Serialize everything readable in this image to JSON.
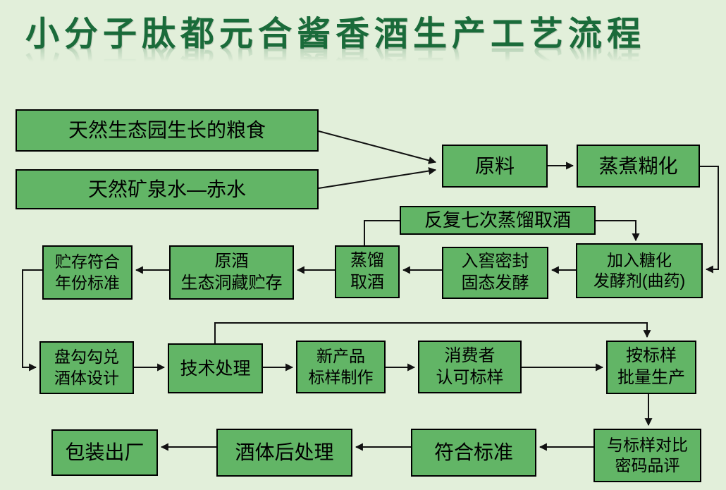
{
  "title": "小分子肽都元合酱香酒生产工艺流程",
  "colors": {
    "background": "#e2efda",
    "box_fill": "#62b566",
    "box_border": "#000000",
    "title_color": "#1a6b3a",
    "arrow": "#111111",
    "box_text": "#000000"
  },
  "nodes": {
    "grain": {
      "lines": [
        "天然生态园生长的粮食"
      ]
    },
    "water": {
      "lines": [
        "天然矿泉水—赤水"
      ]
    },
    "raw": {
      "lines": [
        "原料"
      ]
    },
    "steam": {
      "lines": [
        "蒸煮糊化"
      ]
    },
    "repeat7": {
      "lines": [
        "反复七次蒸馏取酒"
      ]
    },
    "storage_std": {
      "lines": [
        "贮存符合",
        "年份标准"
      ]
    },
    "cave": {
      "lines": [
        "原酒",
        "生态洞藏贮存"
      ]
    },
    "distill": {
      "lines": [
        "蒸馏",
        "取酒"
      ]
    },
    "cellar": {
      "lines": [
        "入窖密封",
        "固态发酵"
      ]
    },
    "ferment": {
      "lines": [
        "加入糖化",
        "发酵剂(曲药)"
      ]
    },
    "blend": {
      "lines": [
        "盘勾勾兑",
        "酒体设计"
      ]
    },
    "tech": {
      "lines": [
        "技术处理"
      ]
    },
    "new_product": {
      "lines": [
        "新产品",
        "标样制作"
      ]
    },
    "consumer": {
      "lines": [
        "消费者",
        "认可标样"
      ]
    },
    "batch": {
      "lines": [
        "按标样",
        "批量生产"
      ]
    },
    "compare": {
      "lines": [
        "与标样对比",
        "密码品评"
      ]
    },
    "standard": {
      "lines": [
        "符合标准"
      ]
    },
    "post_process": {
      "lines": [
        "酒体后处理"
      ]
    },
    "package": {
      "lines": [
        "包装出厂"
      ]
    }
  },
  "edges": [
    {
      "from": "grain",
      "to": "raw",
      "arrow": true
    },
    {
      "from": "water",
      "to": "raw",
      "arrow": true
    },
    {
      "from": "raw",
      "to": "steam",
      "arrow": true
    },
    {
      "from": "steam",
      "to": "ferment",
      "arrow": true
    },
    {
      "from": "repeat7",
      "to": "ferment",
      "arrow": true
    },
    {
      "from": "distill",
      "to": "repeat7",
      "arrow": false
    },
    {
      "from": "ferment",
      "to": "cellar",
      "arrow": true
    },
    {
      "from": "cellar",
      "to": "distill",
      "arrow": true
    },
    {
      "from": "distill",
      "to": "cave",
      "arrow": true
    },
    {
      "from": "cave",
      "to": "storage_std",
      "arrow": true
    },
    {
      "from": "storage_std",
      "to": "blend",
      "arrow": true
    },
    {
      "from": "blend",
      "to": "tech",
      "arrow": true
    },
    {
      "from": "tech",
      "to": "new_product",
      "arrow": true
    },
    {
      "from": "new_product",
      "to": "consumer",
      "arrow": true
    },
    {
      "from": "consumer",
      "to": "batch",
      "arrow": true
    },
    {
      "from": "tech",
      "to": "batch",
      "arrow": true
    },
    {
      "from": "batch",
      "to": "compare",
      "arrow": true
    },
    {
      "from": "compare",
      "to": "standard",
      "arrow": true
    },
    {
      "from": "standard",
      "to": "post_process",
      "arrow": true
    },
    {
      "from": "post_process",
      "to": "package",
      "arrow": true
    }
  ]
}
